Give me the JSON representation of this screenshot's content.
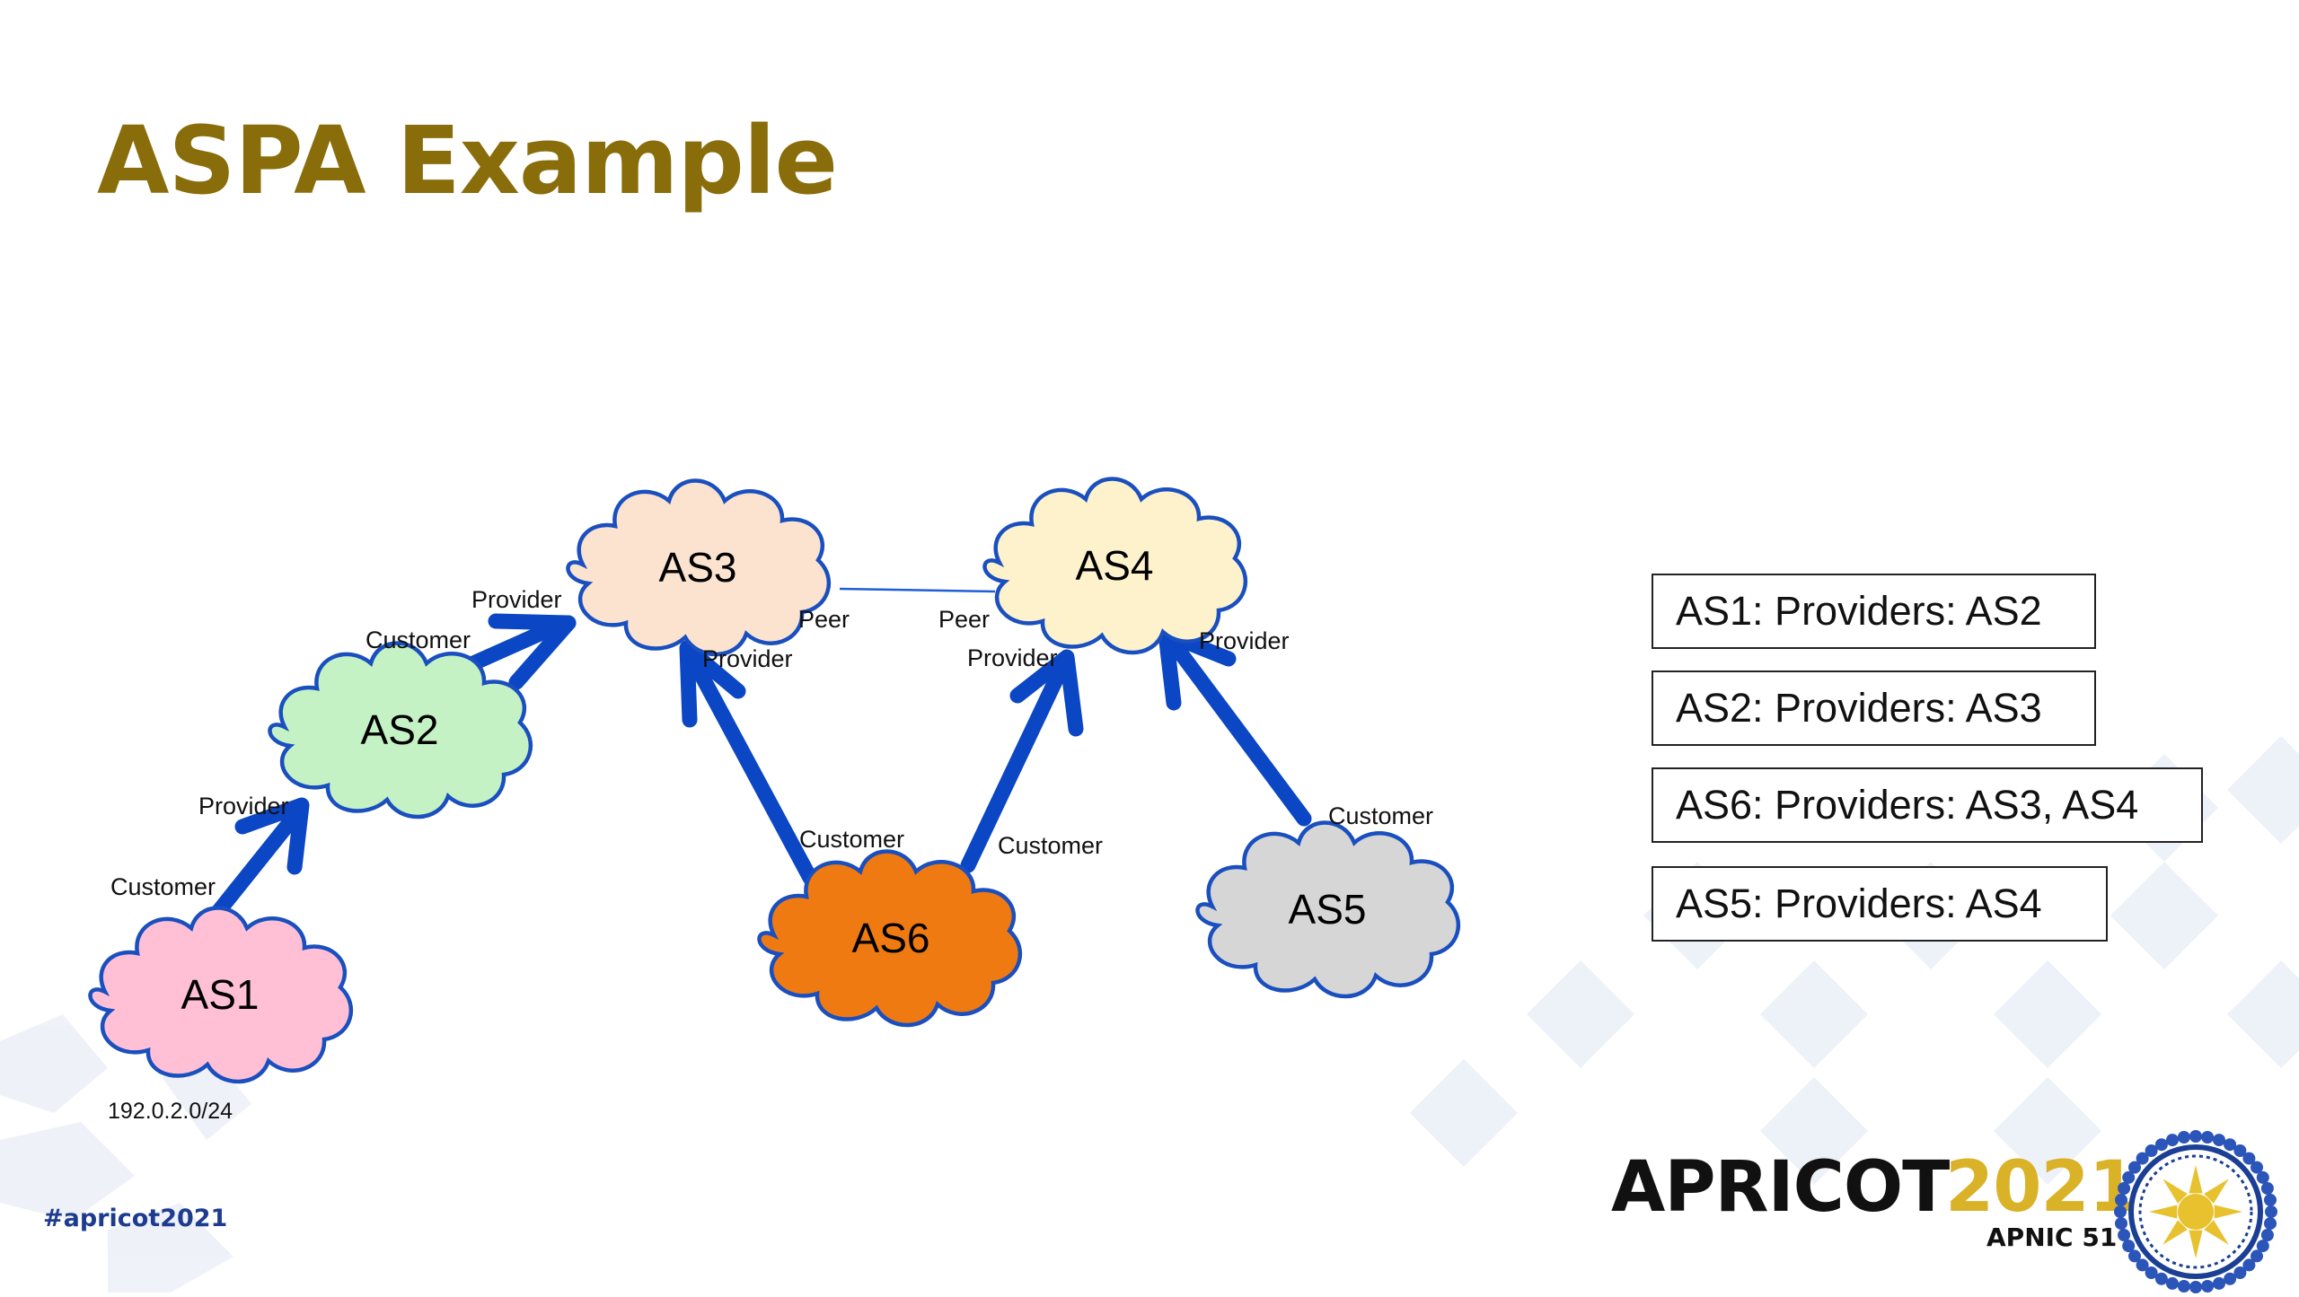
{
  "slide": {
    "title": "ASPA Example",
    "hashtag": "#apricot2021",
    "branding": {
      "name": "APRICOT",
      "year": "2021",
      "sub": "APNIC 51"
    }
  },
  "colors": {
    "title": "#8a6d0b",
    "arrow": "#0b46c4",
    "cloud_outline": "#1a4fbf",
    "AS1": "#ffc0d6",
    "AS2": "#c5f2c5",
    "AS3": "#fbe3d0",
    "AS4": "#fdf2cc",
    "AS5": "#d6d6d6",
    "AS6": "#f07a12",
    "brand_dark": "#111111",
    "brand_gold": "#d9b227",
    "hashtag": "#1d3c8f"
  },
  "diagram": {
    "nodes": [
      {
        "id": "AS1",
        "label": "AS1"
      },
      {
        "id": "AS2",
        "label": "AS2"
      },
      {
        "id": "AS3",
        "label": "AS3"
      },
      {
        "id": "AS4",
        "label": "AS4"
      },
      {
        "id": "AS5",
        "label": "AS5"
      },
      {
        "id": "AS6",
        "label": "AS6"
      }
    ],
    "prefix": "192.0.2.0/24",
    "relationships": [
      {
        "from": "AS1",
        "to": "AS2",
        "from_role": "Customer",
        "to_role": "Provider"
      },
      {
        "from": "AS2",
        "to": "AS3",
        "from_role": "Customer",
        "to_role": "Provider"
      },
      {
        "from": "AS6",
        "to": "AS3",
        "from_role": "Customer",
        "to_role": "Provider"
      },
      {
        "from": "AS6",
        "to": "AS4",
        "from_role": "Customer",
        "to_role": "Provider"
      },
      {
        "from": "AS5",
        "to": "AS4",
        "from_role": "Customer",
        "to_role": "Provider"
      },
      {
        "from": "AS3",
        "to": "AS4",
        "from_role": "Peer",
        "to_role": "Peer"
      }
    ]
  },
  "aspa_records": [
    "AS1: Providers: AS2",
    "AS2: Providers: AS3",
    "AS6: Providers: AS3, AS4",
    "AS5: Providers: AS4"
  ]
}
